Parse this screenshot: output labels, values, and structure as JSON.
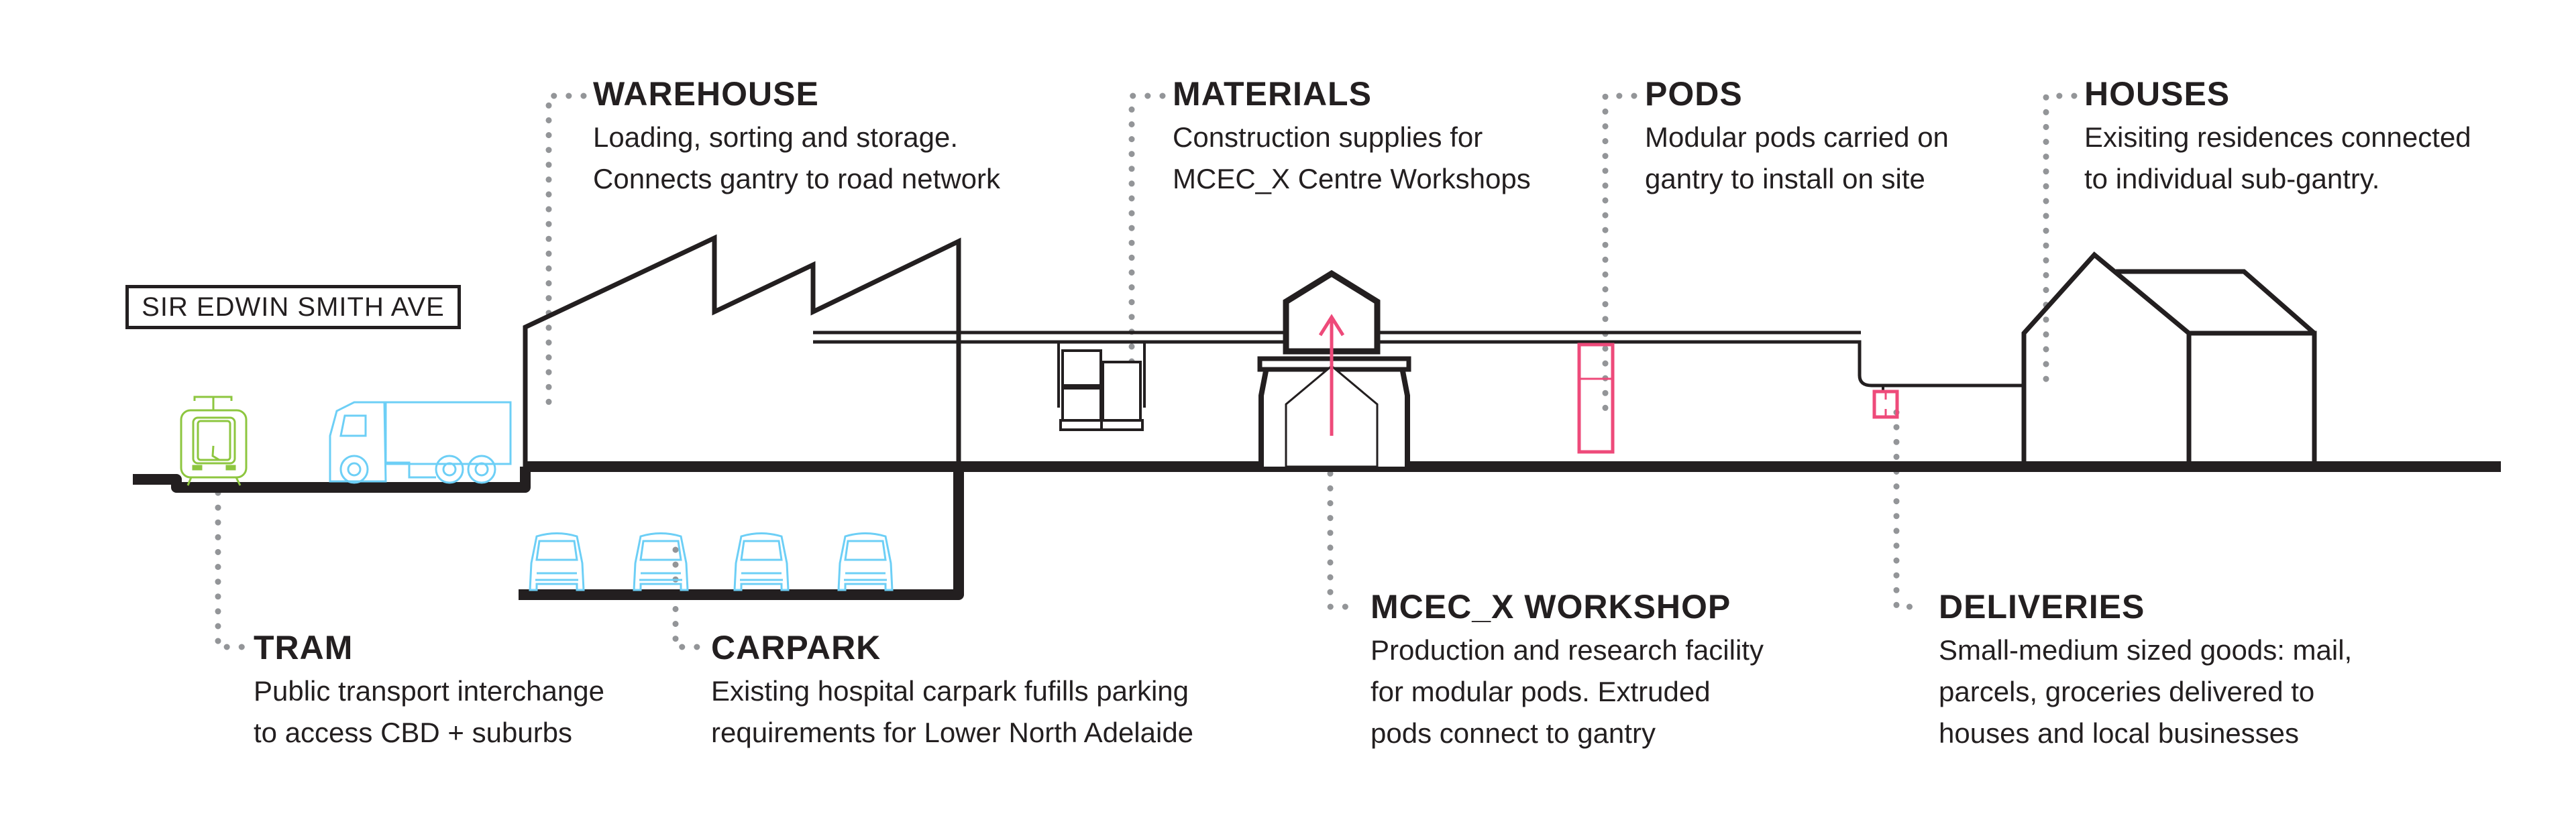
{
  "street_sign": "SIR EDWIN SMITH AVE",
  "colors": {
    "ink": "#231f20",
    "leader_dots": "#939598",
    "tram": "#8dc63f",
    "vehicles": "#6dcff6",
    "pods": "#ee4a7a"
  },
  "labels": {
    "warehouse": {
      "title": "WAREHOUSE",
      "lines": [
        "Loading, sorting and storage.",
        "Connects gantry to road network"
      ]
    },
    "materials": {
      "title": "MATERIALS",
      "lines": [
        "Construction supplies for",
        "MCEC_X Centre Workshops"
      ]
    },
    "pods": {
      "title": "PODS",
      "lines": [
        "Modular pods carried on",
        "gantry to install on site"
      ]
    },
    "houses": {
      "title": "HOUSES",
      "lines": [
        "Exisiting residences connected",
        "to individual sub-gantry."
      ]
    },
    "tram": {
      "title": "TRAM",
      "lines": [
        "Public transport interchange",
        "to access CBD + suburbs"
      ]
    },
    "carpark": {
      "title": "CARPARK",
      "lines": [
        "Existing hospital carpark fufills parking",
        "requirements for Lower North Adelaide"
      ]
    },
    "workshop": {
      "title": "MCEC_X WORKSHOP",
      "lines": [
        "Production and research facility",
        "for modular pods. Extruded",
        "pods connect to gantry"
      ]
    },
    "deliveries": {
      "title": "DELIVERIES",
      "lines": [
        "Small-medium sized goods: mail,",
        "parcels, groceries delivered to",
        "houses and local businesses"
      ]
    }
  }
}
